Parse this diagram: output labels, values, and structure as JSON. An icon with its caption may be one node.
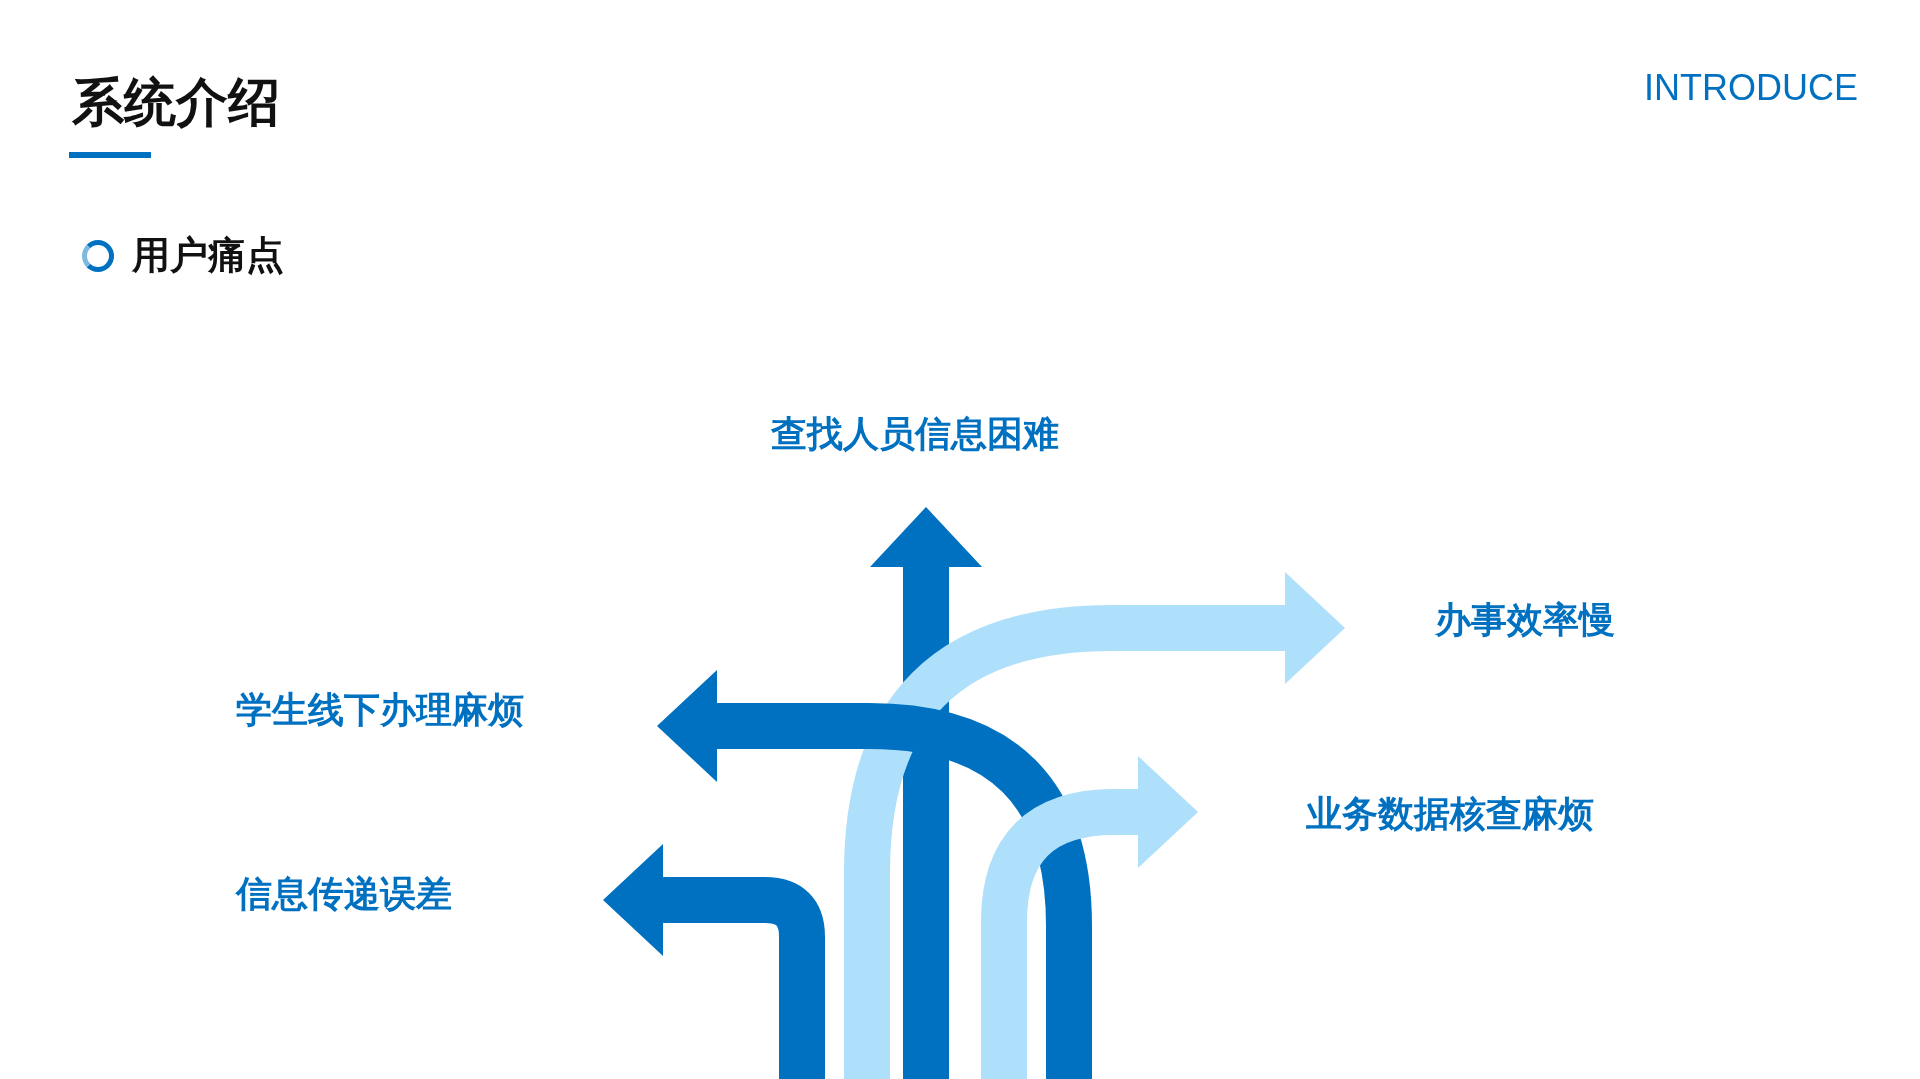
{
  "diagram": {
    "title": "系统介绍",
    "nodes": [
      {
        "text": [
          "查找人员信息困难"
        ]
      },
      {
        "text": [
          "办事效率慢"
        ]
      },
      {
        "text": [
          "学生线下办理麻烦"
        ]
      },
      {
        "text": [
          "业务数据核查麻烦"
        ]
      },
      {
        "text": [
          "信息传递误差"
        ]
      }
    ],
    "edges": [
      {
        "from": null,
        "to": 0,
        "arrow": "to"
      },
      {
        "from": null,
        "to": 1,
        "arrow": "to",
        "color": "#aedffb"
      },
      {
        "from": null,
        "to": 2,
        "arrow": "to"
      },
      {
        "from": null,
        "to": 3,
        "arrow": "to",
        "color": "#aedffb"
      },
      {
        "from": null,
        "to": 4,
        "arrow": "to"
      }
    ],
    "labels": [
      "INTRODUCE",
      "用户痛点"
    ]
  }
}
